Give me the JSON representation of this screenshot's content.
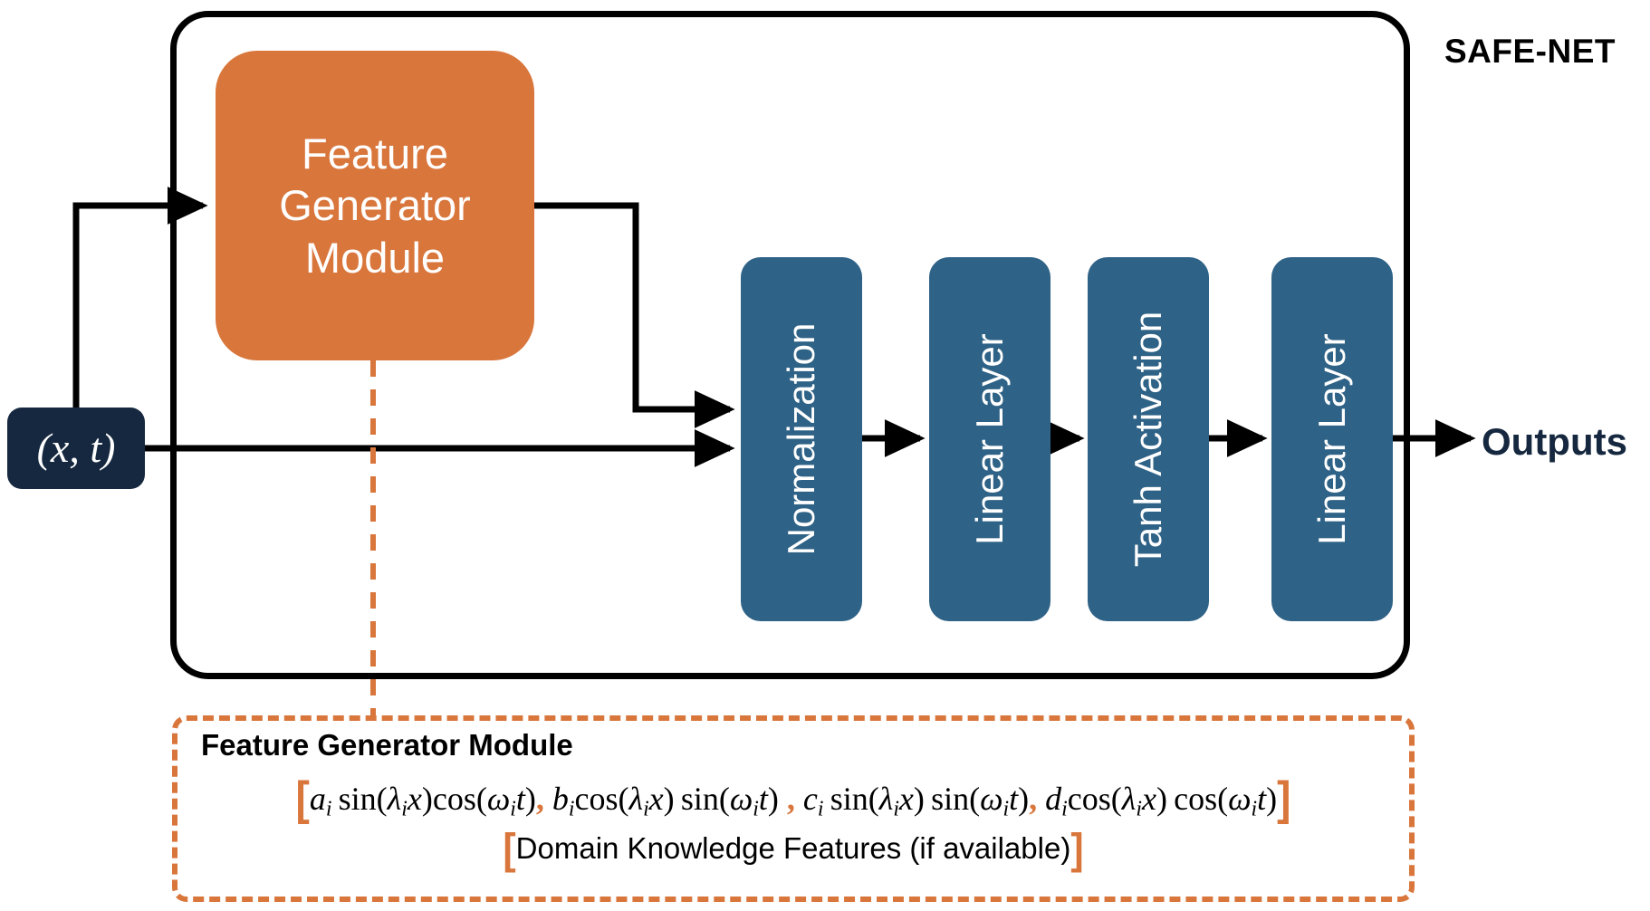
{
  "diagram": {
    "title": "SAFE-NET",
    "outputs_label": "Outputs",
    "input_node": {
      "label": "(x, t)",
      "color": "#16283F"
    },
    "feature_generator": {
      "label": "Feature\nGenerator\nModule",
      "color": "#D9763C"
    },
    "pipeline": {
      "color": "#2E6286",
      "boxes": [
        {
          "label": "Normalization"
        },
        {
          "label": "Linear Layer"
        },
        {
          "label": "Tanh Activation"
        },
        {
          "label": "Linear Layer"
        }
      ]
    },
    "detail_panel": {
      "title": "Feature Generator Module",
      "border_color": "#D9763C",
      "formula_terms": [
        "a_i sin(λ_i x)cos(ω_i t)",
        "b_i cos(λ_i x) sin(ω_i t)",
        "c_i sin(λ_i x) sin(ω_i t)",
        "d_i cos(λ_i x) cos(ω_i t)"
      ],
      "domain_line": "Domain Knowledge Features (if available)",
      "bracket_open": "[",
      "bracket_close": "]"
    }
  }
}
